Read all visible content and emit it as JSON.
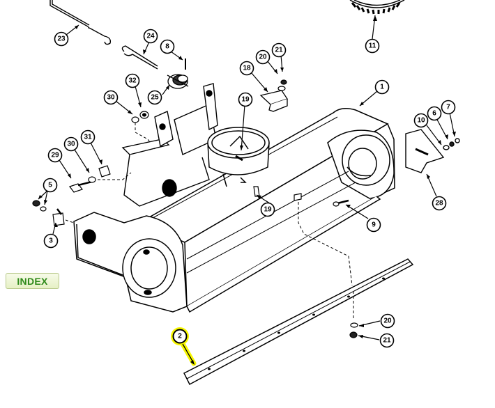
{
  "index_button": {
    "label": "INDEX"
  },
  "callouts": [
    {
      "id": "c23",
      "label": "23"
    },
    {
      "id": "c24",
      "label": "24"
    },
    {
      "id": "c8",
      "label": "8"
    },
    {
      "id": "c25",
      "label": "25"
    },
    {
      "id": "c20a",
      "label": "20"
    },
    {
      "id": "c21a",
      "label": "21"
    },
    {
      "id": "c18",
      "label": "18"
    },
    {
      "id": "c11",
      "label": "11"
    },
    {
      "id": "c1",
      "label": "1"
    },
    {
      "id": "c32",
      "label": "32"
    },
    {
      "id": "c30a",
      "label": "30"
    },
    {
      "id": "c19a",
      "label": "19"
    },
    {
      "id": "c10",
      "label": "10"
    },
    {
      "id": "c6",
      "label": "6"
    },
    {
      "id": "c7",
      "label": "7"
    },
    {
      "id": "c29",
      "label": "29"
    },
    {
      "id": "c30b",
      "label": "30"
    },
    {
      "id": "c31",
      "label": "31"
    },
    {
      "id": "c5",
      "label": "5"
    },
    {
      "id": "c3",
      "label": "3"
    },
    {
      "id": "c19b",
      "label": "19"
    },
    {
      "id": "c9",
      "label": "9"
    },
    {
      "id": "c28",
      "label": "28"
    },
    {
      "id": "c20b",
      "label": "20"
    },
    {
      "id": "c21b",
      "label": "21"
    },
    {
      "id": "c2",
      "label": "2"
    }
  ],
  "colors": {
    "line": "#000000",
    "highlight": "#f7f700",
    "index_text": "#2f8a1a",
    "index_bg": "#eef5d6"
  }
}
